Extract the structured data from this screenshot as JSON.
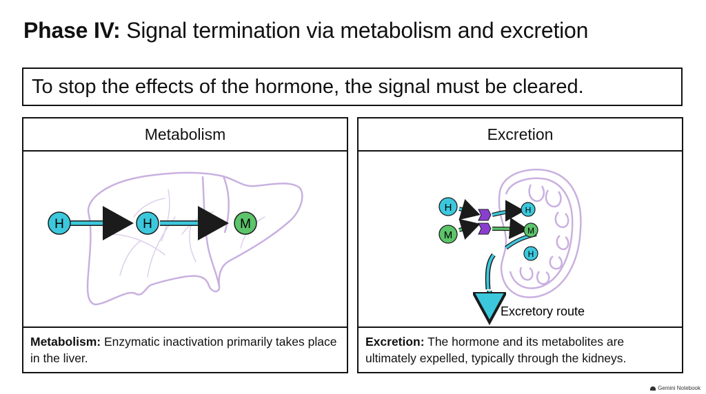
{
  "title": {
    "lead": "Phase IV:",
    "rest": " Signal termination via metabolism and excretion"
  },
  "banner": "To stop the effects of the hormone, the signal must be cleared.",
  "metabolism": {
    "heading": "Metabolism",
    "nodes": {
      "h1": "H",
      "h2": "H",
      "m": "M"
    },
    "caption_term": "Metabolism:",
    "caption_text": " Enzymatic inactivation primarily takes place in the liver."
  },
  "excretion": {
    "heading": "Excretion",
    "nodes": {
      "h_in": "H",
      "m_in": "M",
      "h_top": "H",
      "m_mid": "M",
      "h_bottom": "H"
    },
    "route_label": "Excretory route",
    "caption_term": "Excretion:",
    "caption_text": " The hormone and its metabolites are ultimately expelled, typically through the kidneys."
  },
  "brand": "Gemini Notebook",
  "colors": {
    "hormone": "#3cc8dc",
    "metabolite": "#5cc46a",
    "organ": "#c9b0e0",
    "arrow": "#3cc8dc",
    "transporter": "#8a3ed0"
  }
}
